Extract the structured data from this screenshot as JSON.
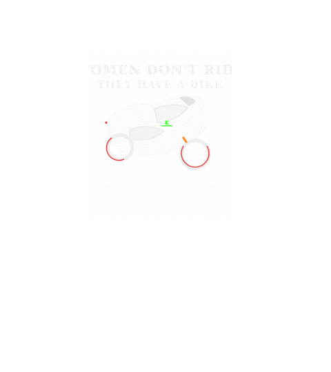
{
  "artwork": {
    "headline_line1": "WOMEN DON'T RIDE",
    "headline_line2": "THEY HAVE A BIKE",
    "brand_logo_text": "K",
    "subject": "motorcycle",
    "colors": {
      "background": "#ffffff",
      "print_light": "#f0f0f0",
      "print_shadow": "#d6d6d6",
      "text_gray": "#b9b9b9",
      "wheel_rim": "#e83a3a",
      "logo_green": "#3cff2a",
      "accent_orange": "#ff8a2a"
    }
  }
}
